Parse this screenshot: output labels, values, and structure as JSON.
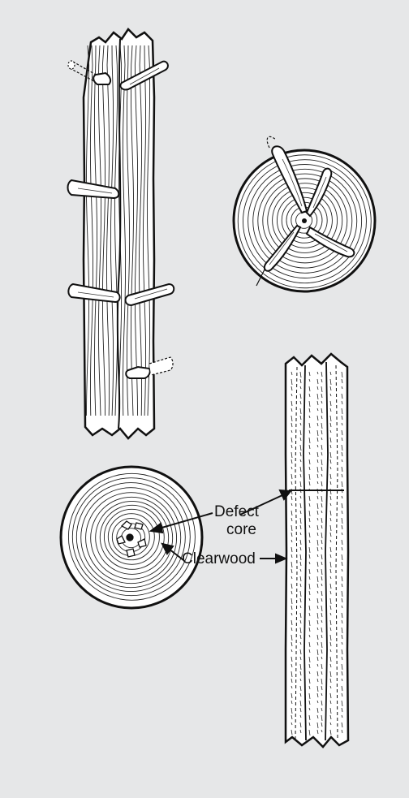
{
  "annotations": {
    "defect_core_line1": "Defect",
    "defect_core_line2": "core",
    "clearwood": "Clearwood"
  },
  "colors": {
    "background": "#e6e7e8",
    "wood": "#ffffff",
    "ink": "#111111"
  }
}
